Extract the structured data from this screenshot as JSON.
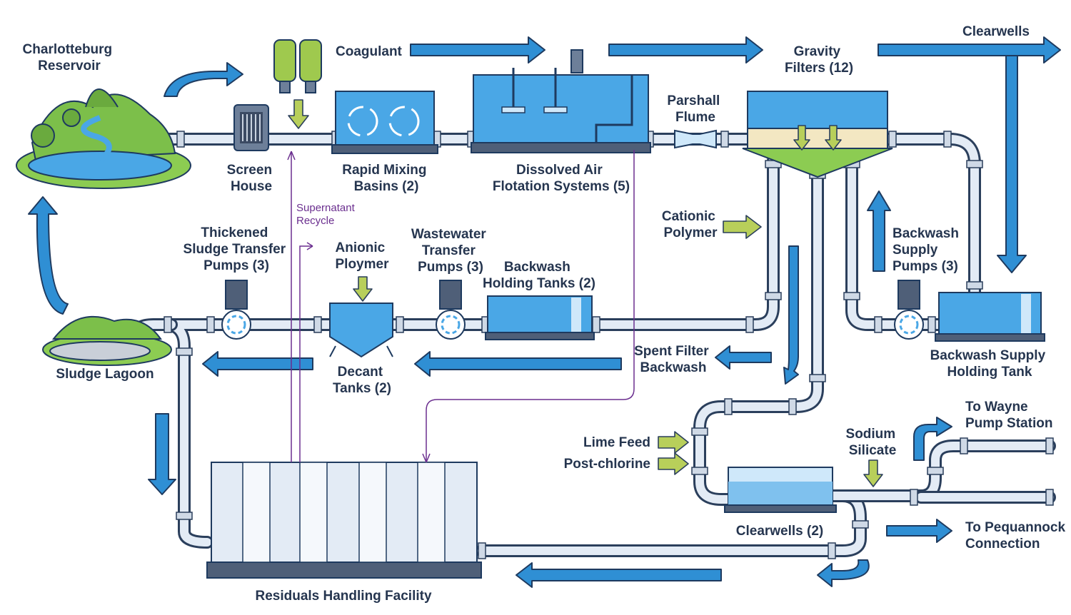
{
  "labels": {
    "reservoir": [
      "Charlotteburg",
      "Reservoir"
    ],
    "coagulant": "Coagulant",
    "gravity_filters": [
      "Gravity",
      "Filters (12)"
    ],
    "clearwells_top": "Clearwells",
    "screen_house": [
      "Screen",
      "House"
    ],
    "rapid_mixing": [
      "Rapid Mixing",
      "Basins (2)"
    ],
    "daf": [
      "Dissolved Air",
      "Flotation Systems (5)"
    ],
    "parshall": [
      "Parshall",
      "Flume"
    ],
    "supernatant": [
      "Supernatant",
      "Recycle"
    ],
    "cationic": [
      "Cationic",
      "Polymer"
    ],
    "thickened": [
      "Thickened",
      "Sludge Transfer",
      "Pumps (3)"
    ],
    "anionic": [
      "Anionic",
      "Ploymer"
    ],
    "wastewater": [
      "Wastewater",
      "Transfer",
      "Pumps (3)"
    ],
    "backwash_holding": [
      "Backwash",
      "Holding Tanks (2)"
    ],
    "backwash_supply_pumps": [
      "Backwash",
      "Supply",
      "Pumps (3)"
    ],
    "sludge_lagoon": "Sludge Lagoon",
    "decant": [
      "Decant",
      "Tanks (2)"
    ],
    "spent_filter": [
      "Spent Filter",
      "Backwash"
    ],
    "backwash_supply_tank": [
      "Backwash Supply",
      "Holding Tank"
    ],
    "sodium_silicate": [
      "Sodium",
      "Silicate"
    ],
    "to_wayne": [
      "To Wayne",
      "Pump Station"
    ],
    "lime_feed": "Lime Feed",
    "post_chlorine": "Post-chlorine",
    "clearwells_2": "Clearwells (2)",
    "to_pequannock": [
      "To Pequannock",
      "Connection"
    ],
    "residuals": "Residuals Handling Facility"
  },
  "colors": {
    "water_blue": "#4aa7e6",
    "arrow_blue": "#2f8fd4",
    "chemical_green": "#b8cf5a",
    "pipe_light": "#e3ebf5",
    "outline_navy": "#1e3a5f",
    "land_green": "#7cbf4a",
    "recycle_purple": "#6b2f8f"
  }
}
